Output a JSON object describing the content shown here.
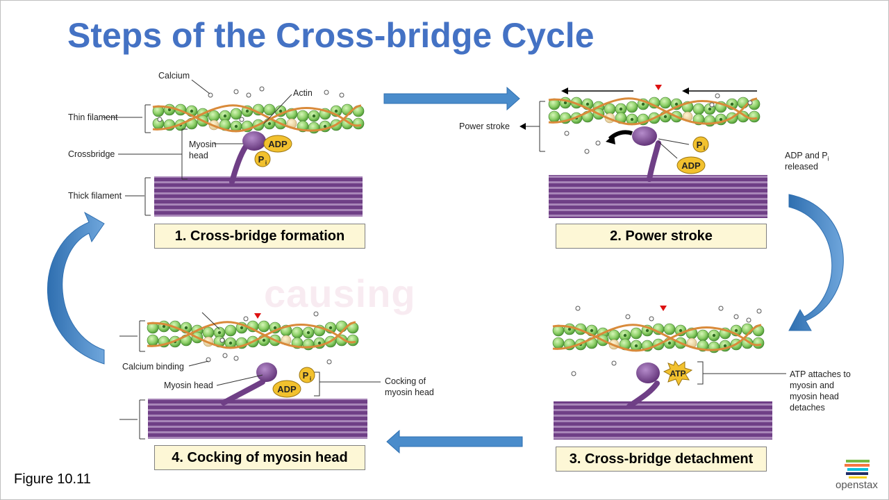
{
  "slide": {
    "title": "Steps of the Cross-bridge Cycle",
    "figure_ref": "Figure 10.11",
    "watermark": "causing",
    "logo": "openstax"
  },
  "panels": [
    {
      "step": 1,
      "caption": "1. Cross-bridge formation"
    },
    {
      "step": 2,
      "caption": "2. Power stroke"
    },
    {
      "step": 3,
      "caption": "3. Cross-bridge detachment"
    },
    {
      "step": 4,
      "caption": "4. Cocking of myosin head"
    }
  ],
  "labels": {
    "calcium": "Calcium",
    "actin": "Actin",
    "thin_filament": "Thin filament",
    "crossbridge": "Crossbridge",
    "myosin_head_1": "Myosin",
    "myosin_head_2": "head",
    "thick_filament": "Thick filament",
    "power_stroke": "Power stroke",
    "adp_pi_released_1": "ADP and P",
    "adp_pi_released_sub": "i",
    "adp_pi_released_2": "released",
    "atp_attaches": [
      "ATP attaches to",
      "myosin and",
      "myosin head",
      "detaches"
    ],
    "calcium_binding": "Calcium binding",
    "myosin_head": "Myosin head",
    "cocking": [
      "Cocking of",
      "myosin head"
    ]
  },
  "molecules": {
    "adp": "ADP",
    "pi": "P",
    "pi_sub": "i",
    "atp": "ATP"
  },
  "colors": {
    "title": "#4472c4",
    "arrow": "#4a8ccb",
    "caption_bg": "#fdf7d6",
    "actin_green": "#8fd16a",
    "tropomyosin": "#d98a3a",
    "myosin_purple": "#7a4a8c",
    "adp_yellow": "#f2c12e"
  }
}
